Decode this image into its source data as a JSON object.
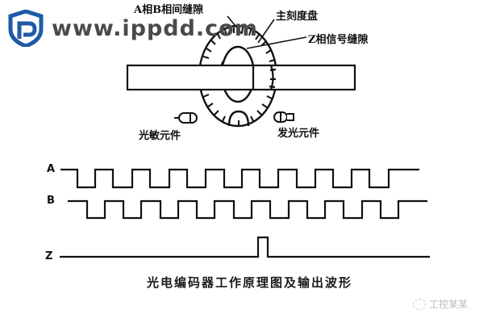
{
  "watermark": {
    "logo": "shield-p-logo",
    "text": "www.ippdd.com",
    "logo_color": "#1f5aa6"
  },
  "diagram": {
    "labels": {
      "ab_slit": "A相B相间缝隙",
      "main_disk": "主刻度盘",
      "z_slit": "Z相信号缝隙",
      "photo_element": "光敏元件",
      "light_element": "发光元件"
    },
    "waveforms": {
      "a_label": "A",
      "b_label": "B",
      "z_label": "Z"
    },
    "caption": "光电编码器工作原理图及输出波形"
  },
  "footer": {
    "wechat_source": "工控某某"
  },
  "colors": {
    "line": "#111111",
    "background": "#ffffff"
  }
}
